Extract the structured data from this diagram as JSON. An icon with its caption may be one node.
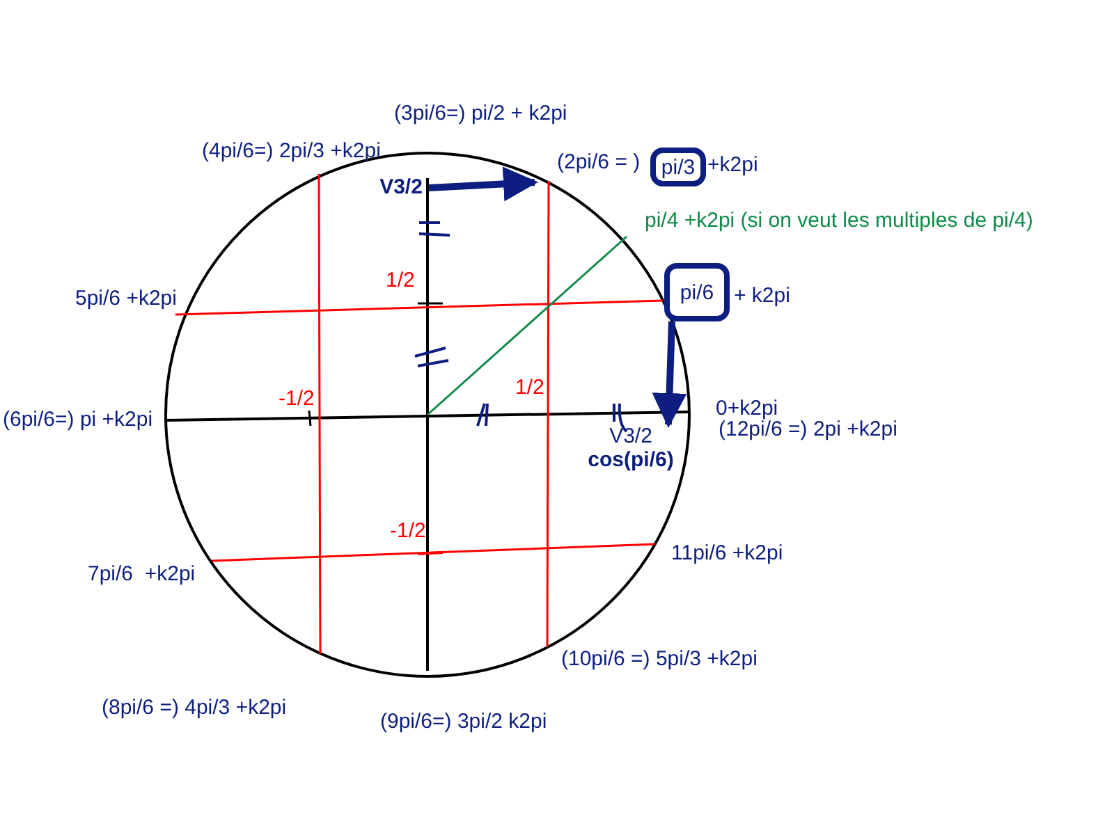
{
  "diagram": {
    "nodes": [
      {
        "text": [
          "V3/2"
        ]
      },
      {
        "text": [
          "pi/3"
        ],
        "beside": [
          "+k2pi"
        ]
      },
      {
        "text": [
          "pi/6"
        ],
        "beside": [
          "+ k2pi"
        ]
      },
      {
        "text": [
          "V3/2",
          "cos(pi/6)"
        ]
      }
    ],
    "edges": [
      {
        "from": 0,
        "to": null,
        "arrow": "to"
      },
      {
        "from": 2,
        "to": 3,
        "arrow": "to"
      }
    ],
    "labels": [
      "(3pi/6=) pi/2 + k2pi",
      "(4pi/6=) 2pi/3 +k2pi",
      "(2pi/6 = )",
      "pi/4 +k2pi (si on veut les multiples de pi/4)",
      "5pi/6 +k2pi",
      "1/2",
      "(6pi/6=) pi +k2pi",
      "-1/2",
      "1/2",
      "0+k2pi",
      "(12pi/6 =) 2pi +k2pi",
      "-1/2",
      "7pi/6  +k2pi",
      "11pi/6 +k2pi",
      "(10pi/6 =) 5pi/3 +k2pi",
      "(8pi/6 =) 4pi/3 +k2pi",
      "(9pi/6=) 3pi/2 k2pi"
    ]
  }
}
